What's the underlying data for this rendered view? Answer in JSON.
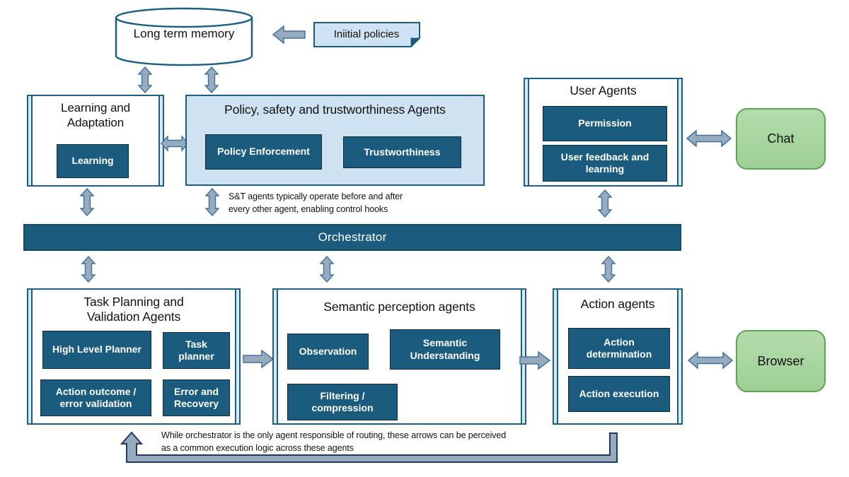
{
  "palette": {
    "dark_teal": "#1b5c7e",
    "border_teal": "#1d5f80",
    "light_blue": "#cfe2f2",
    "arrow_fill": "#97abbf",
    "arrow_stroke": "#41719c",
    "loop_arrow_stroke": "#1f3864",
    "green_fill": "#a9d7a0",
    "green_border": "#5fa354"
  },
  "memory": {
    "label": "Long term memory"
  },
  "note": {
    "label": "Iniitial policies"
  },
  "learning_box": {
    "title": "Learning and Adaptation",
    "items": [
      {
        "label": "Learning"
      }
    ]
  },
  "policy_box": {
    "title": "Policy, safety and trustworthiness Agents",
    "items": [
      {
        "label": "Policy Enforcement"
      },
      {
        "label": "Trustworthiness"
      }
    ]
  },
  "user_box": {
    "title": "User Agents",
    "items": [
      {
        "label": "Permission"
      },
      {
        "label": "User feedback and learning"
      }
    ]
  },
  "chat": {
    "label": "Chat"
  },
  "browser": {
    "label": "Browser"
  },
  "orchestrator": {
    "label": "Orchestrator"
  },
  "task_box": {
    "title": "Task Planning and Validation Agents",
    "items": [
      {
        "label": "High Level Planner"
      },
      {
        "label": "Task planner"
      },
      {
        "label": "Action outcome / error validation"
      },
      {
        "label": "Error and Recovery"
      }
    ]
  },
  "semantic_box": {
    "title": "Semantic perception agents",
    "items": [
      {
        "label": "Observation"
      },
      {
        "label": "Semantic Understanding"
      },
      {
        "label": "Filtering / compression"
      }
    ]
  },
  "action_box": {
    "title": "Action agents",
    "items": [
      {
        "label": "Action determination"
      },
      {
        "label": "Action execution"
      }
    ]
  },
  "annotations": {
    "st_agents": {
      "line1": "S&T agents typically operate before and after",
      "line2": "every other agent, enabling control hooks"
    },
    "routing": {
      "line1": "While orchestrator is the only agent responsible of routing, these arrows can be perceived",
      "line2": "as a common execution logic across these agents"
    }
  }
}
